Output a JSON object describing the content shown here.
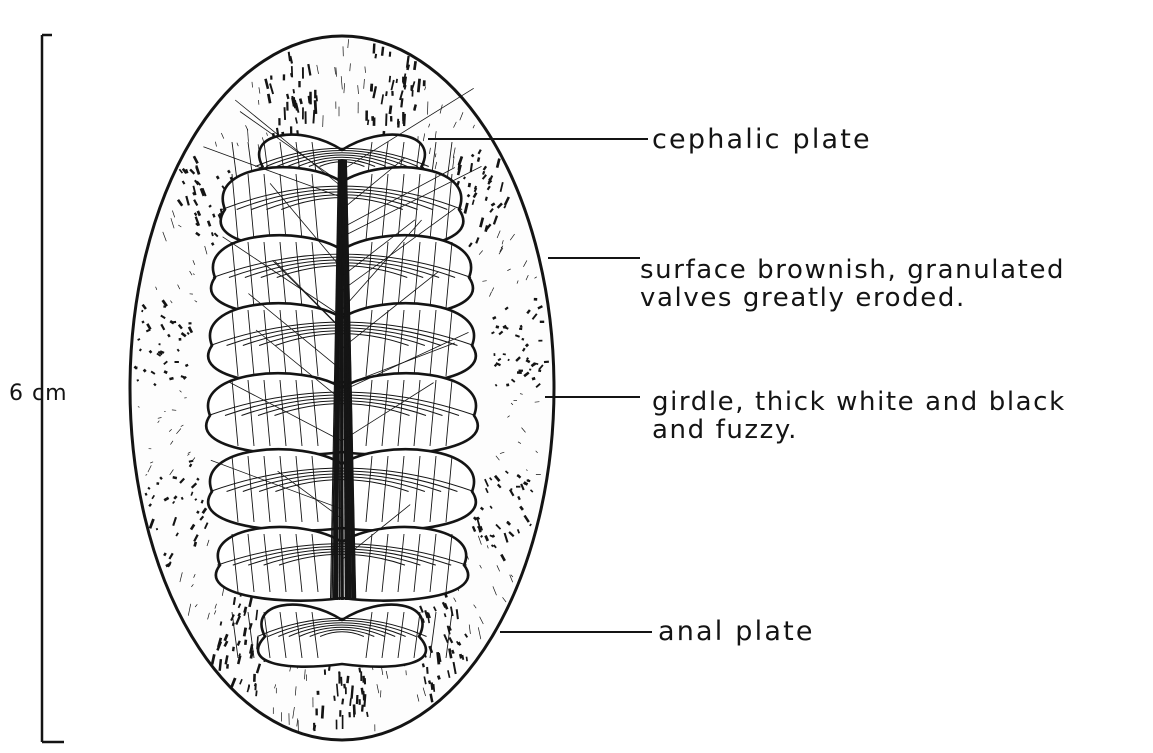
{
  "scale_bar": {
    "label": "6 cm"
  },
  "labels": {
    "cephalic": [
      "cephalic plate"
    ],
    "surface": [
      "surface brownish, granulated",
      "valves greatly eroded."
    ],
    "girdle": [
      "girdle, thick white and black",
      "and  fuzzy."
    ],
    "anal": [
      "anal plate"
    ]
  },
  "colors": {
    "ink": "#141414",
    "paper": "#ffffff"
  }
}
